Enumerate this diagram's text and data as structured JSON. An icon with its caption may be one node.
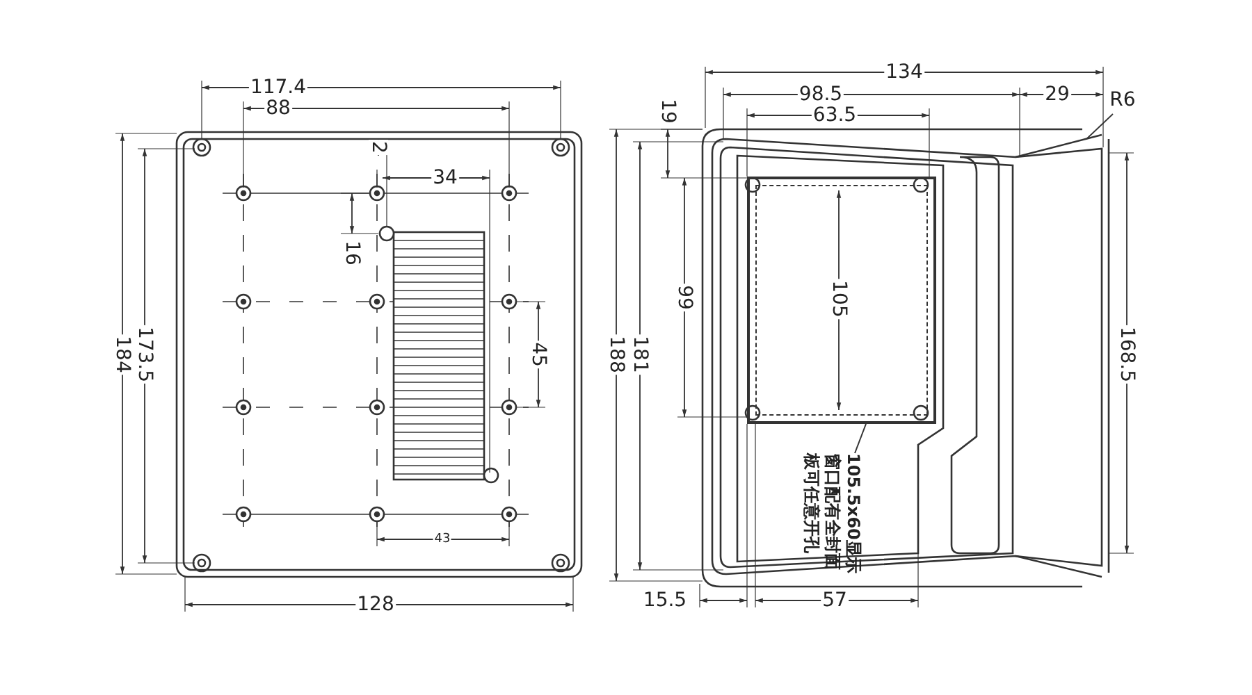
{
  "diagram": {
    "nodes": [
      {
        "text": [
          "105.5x60显示窗口配有全封面板可任意开孔"
        ]
      },
      {
        "text": [],
        "shape": "box"
      }
    ],
    "edges": [
      {
        "from": 0,
        "to": 1,
        "arrow": "none"
      }
    ],
    "labels": [
      "117.4",
      "88",
      "2",
      "34",
      "16",
      "45",
      "184",
      "173.5",
      "43",
      "128",
      "134",
      "98.5",
      "29",
      "R6",
      "63.5",
      "19",
      "99",
      "105",
      "188",
      "181",
      "168.5",
      "15.5",
      "57"
    ]
  }
}
